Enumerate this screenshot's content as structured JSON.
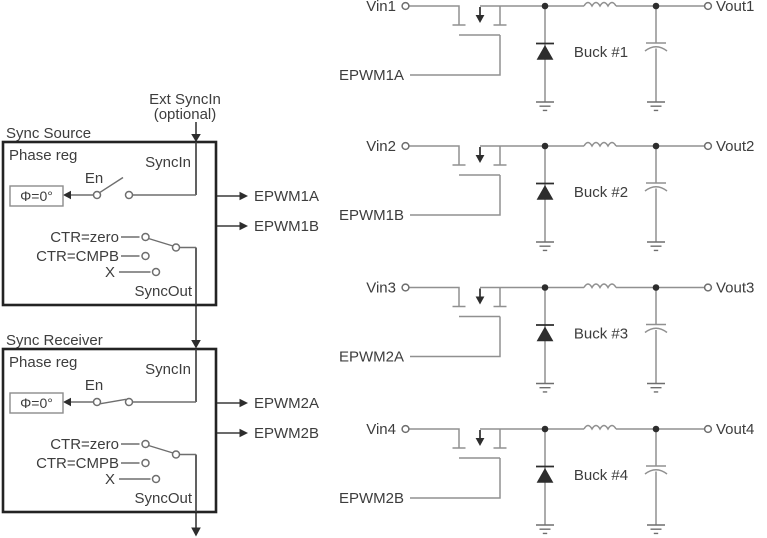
{
  "colors": {
    "background": "#ffffff",
    "wire_gray": "#909090",
    "line_dark": "#3a3a3a",
    "text": "#3d3d3d",
    "box_border": "#232323"
  },
  "ext_sync": {
    "line1": "Ext SyncIn",
    "line2": "(optional)"
  },
  "sync_blocks": [
    {
      "title": "Sync Source",
      "phase_reg": "Phase reg",
      "sync_in": "SyncIn",
      "en": "En",
      "phase_value": "Φ=0°",
      "ctr_inputs": [
        "CTR=zero",
        "CTR=CMPB",
        "X"
      ],
      "sync_out": "SyncOut",
      "outputs": [
        "EPWM1A",
        "EPWM1B"
      ],
      "en_switch_state": "open",
      "syncout_selected": "CTR=zero"
    },
    {
      "title": "Sync Receiver",
      "phase_reg": "Phase reg",
      "sync_in": "SyncIn",
      "en": "En",
      "phase_value": "Φ=0°",
      "ctr_inputs": [
        "CTR=zero",
        "CTR=CMPB",
        "X"
      ],
      "sync_out": "SyncOut",
      "outputs": [
        "EPWM2A",
        "EPWM2B"
      ],
      "en_switch_state": "closed",
      "syncout_selected": "CTR=zero"
    }
  ],
  "buck_converters": [
    {
      "vin": "Vin1",
      "vout": "Vout1",
      "pwm": "EPWM1A",
      "label": "Buck #1"
    },
    {
      "vin": "Vin2",
      "vout": "Vout2",
      "pwm": "EPWM1B",
      "label": "Buck #2"
    },
    {
      "vin": "Vin3",
      "vout": "Vout3",
      "pwm": "EPWM2A",
      "label": "Buck #3"
    },
    {
      "vin": "Vin4",
      "vout": "Vout4",
      "pwm": "EPWM2B",
      "label": "Buck #4"
    }
  ]
}
